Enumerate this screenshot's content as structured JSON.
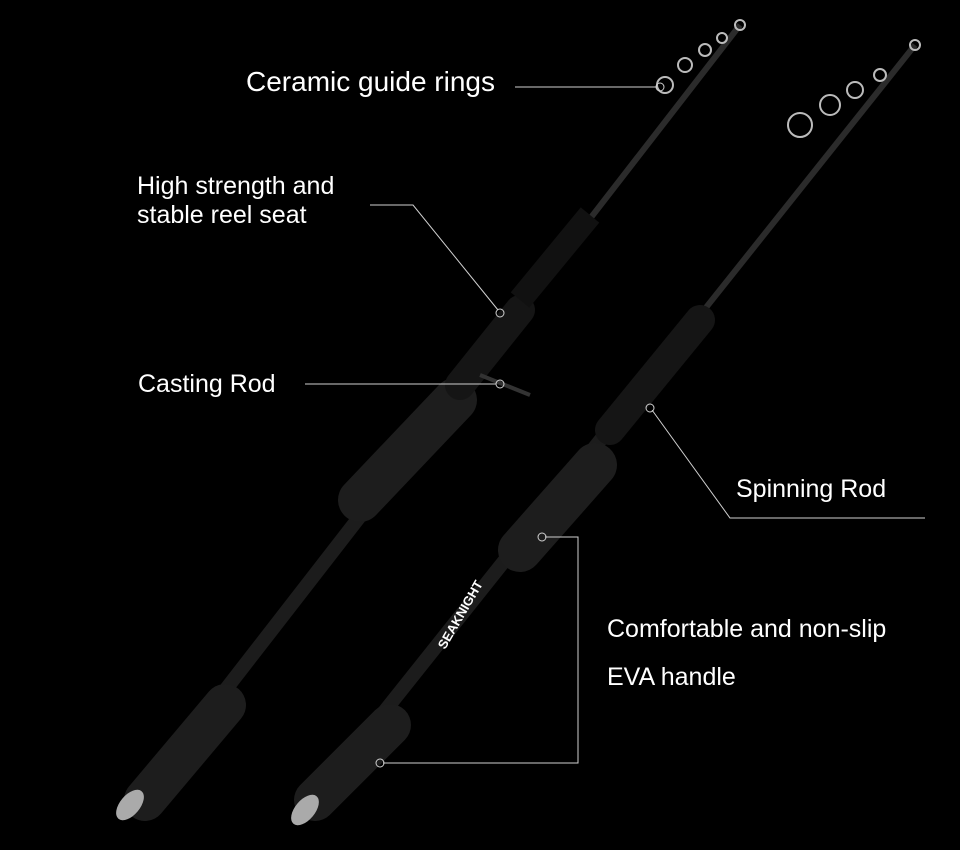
{
  "callouts": {
    "guide_rings": "Ceramic guide rings",
    "reel_seat_line1": "High strength and",
    "reel_seat_line2": "stable reel seat",
    "casting_rod": "Casting Rod",
    "spinning_rod": "Spinning Rod",
    "handle_line1": "Comfortable and non-slip",
    "handle_line2": "EVA handle"
  },
  "brand_logo": "SEAKNIGHT",
  "colors": {
    "background": "#000000",
    "text": "#ffffff",
    "rod": "#1a1a1a",
    "grip": "#202020",
    "line": "#cccccc"
  }
}
